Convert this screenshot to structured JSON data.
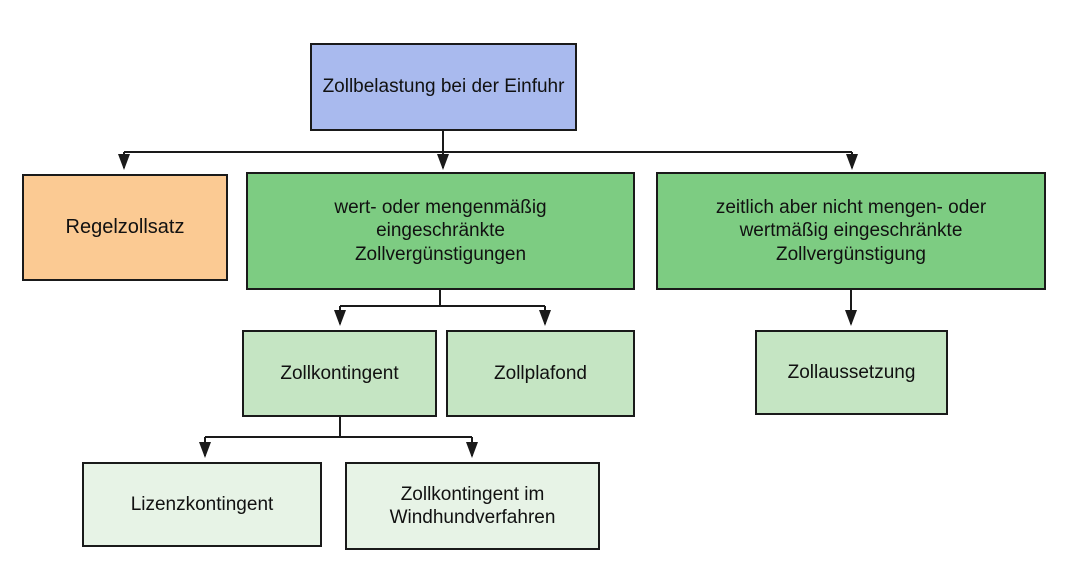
{
  "diagram": {
    "language": "de",
    "nodes": {
      "root": {
        "label": "Zollbelastung bei der Einfuhr",
        "fill": "#a9baee"
      },
      "regelzollsatz": {
        "label": "Regelzollsatz",
        "fill": "#fbca93"
      },
      "wert_mengen": {
        "label": "wert- oder mengenmäßig eingeschränkte Zollvergünstigungen",
        "fill": "#7dcc82"
      },
      "zeitlich": {
        "label": "zeitlich aber nicht mengen- oder wertmäßig eingeschränkte Zollvergünstigung",
        "fill": "#7dcc82"
      },
      "zollkontingent": {
        "label": "Zollkontingent",
        "fill": "#c5e5c3"
      },
      "zollplafond": {
        "label": "Zollplafond",
        "fill": "#c5e5c3"
      },
      "zollaussetzung": {
        "label": "Zollaussetzung",
        "fill": "#c5e5c3"
      },
      "lizenzkontingent": {
        "label": "Lizenzkontingent",
        "fill": "#e7f3e6"
      },
      "windhund": {
        "label": "Zollkontingent im Windhundverfahren",
        "fill": "#e7f3e6"
      }
    },
    "edges": [
      {
        "from": "root",
        "to": "regelzollsatz"
      },
      {
        "from": "root",
        "to": "wert_mengen"
      },
      {
        "from": "root",
        "to": "zeitlich"
      },
      {
        "from": "wert_mengen",
        "to": "zollkontingent"
      },
      {
        "from": "wert_mengen",
        "to": "zollplafond"
      },
      {
        "from": "zeitlich",
        "to": "zollaussetzung"
      },
      {
        "from": "zollkontingent",
        "to": "lizenzkontingent"
      },
      {
        "from": "zollkontingent",
        "to": "windhund"
      }
    ],
    "colors": {
      "background": "#ffffff",
      "border": "#1a1a1a",
      "line": "#1a1a1a",
      "text": "#111111"
    }
  }
}
